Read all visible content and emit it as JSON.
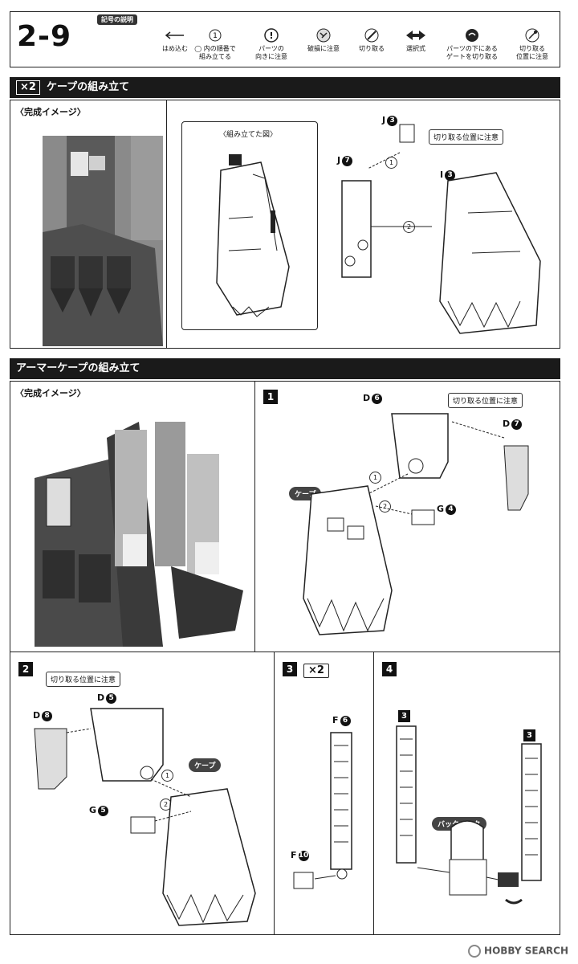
{
  "header": {
    "step": "2-9",
    "legend_title": "記号の説明",
    "legend": [
      {
        "label": "はめ込む",
        "icon": "arrow-left-icon"
      },
      {
        "label": "◯ 内の順番で\n組み立てる",
        "icon": "circled-number-icon",
        "glyph": "①"
      },
      {
        "label": "パーツの\n向きに注意",
        "icon": "exclamation-icon"
      },
      {
        "label": "破損に注意",
        "icon": "broken-part-icon"
      },
      {
        "label": "切り取る",
        "icon": "cutter-icon"
      },
      {
        "label": "選択式",
        "icon": "choice-arrows-icon"
      },
      {
        "label": "パーツの下にある\nゲートを切り取る",
        "icon": "gate-cut-icon"
      },
      {
        "label": "切り取る\n位置に注意",
        "icon": "cut-position-icon"
      }
    ]
  },
  "section1": {
    "badge": "×2",
    "title": "ケープの組み立て",
    "caption": "〈完成イメージ〉",
    "assembled_caption": "〈組み立てた図〉",
    "parts": [
      {
        "letter": "J",
        "num": "3"
      },
      {
        "letter": "J",
        "num": "7"
      },
      {
        "letter": "I",
        "num": "3"
      }
    ],
    "callout": "切り取る位置に注意",
    "order": [
      "1",
      "2"
    ]
  },
  "section2": {
    "title": "アーマーケープの組み立て",
    "caption": "〈完成イメージ〉",
    "step1": {
      "num": "1",
      "parts": [
        {
          "letter": "D",
          "num": "6"
        },
        {
          "letter": "D",
          "num": "7"
        },
        {
          "letter": "G",
          "num": "4"
        }
      ],
      "callout": "切り取る位置に注意",
      "pill": "ケープ",
      "order": [
        "1",
        "2"
      ]
    },
    "step2": {
      "num": "2",
      "parts": [
        {
          "letter": "D",
          "num": "5"
        },
        {
          "letter": "D",
          "num": "8"
        },
        {
          "letter": "G",
          "num": "5"
        }
      ],
      "callout": "切り取る位置に注意",
      "pill": "ケープ",
      "order": [
        "1",
        "2"
      ]
    },
    "step3": {
      "num": "3",
      "badge": "×2",
      "parts": [
        {
          "letter": "F",
          "num": "6"
        },
        {
          "letter": "F",
          "num": "10"
        }
      ]
    },
    "step4": {
      "num": "4",
      "sub_badges": [
        "3",
        "3"
      ],
      "pill": "バックパック"
    }
  },
  "footer": {
    "brand": "HOBBY SEARCH"
  }
}
